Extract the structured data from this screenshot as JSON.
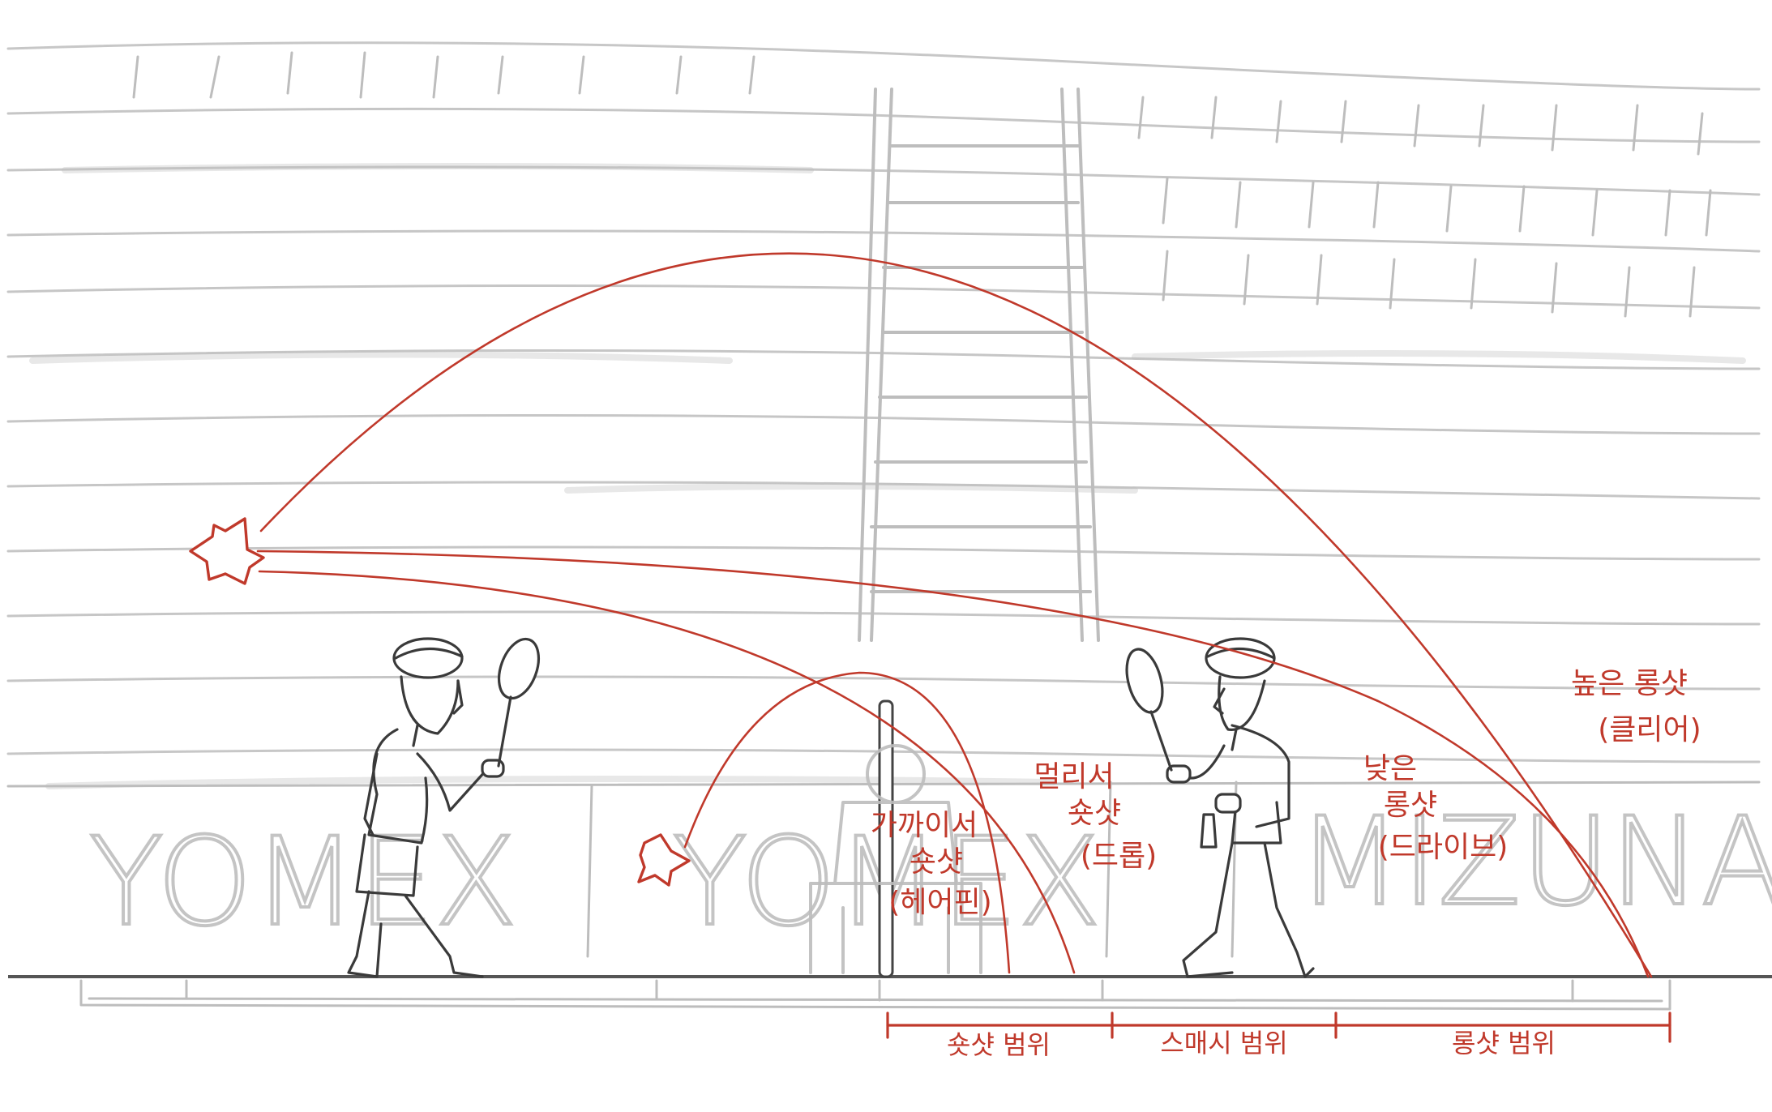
{
  "colors": {
    "trajectory": "#c0392b",
    "sketch_gray": "#bdbdbd",
    "figure_dark": "#3a3a3a"
  },
  "banners": {
    "left": "YOMEX",
    "center": "YOMEX",
    "right": "MIZUNA"
  },
  "shots": {
    "high_long": {
      "line1": "높은 롱샷",
      "line2": "(클리어)"
    },
    "low_long": {
      "line1": "낮은",
      "line2": "롱샷",
      "line3": "(드라이브)"
    },
    "far_short": {
      "line1": "멀리서",
      "line2": "숏샷",
      "line3": "(드롭)"
    },
    "near_short": {
      "line1": "가까이서",
      "line2": "숏샷",
      "line3": "(헤어핀)"
    }
  },
  "ranges": [
    {
      "label": "숏샷 범위"
    },
    {
      "label": "스매시 범위"
    },
    {
      "label": "롱샷 범위"
    }
  ],
  "icons": [
    "shuttle-hit-burst-icon",
    "player-figure",
    "racket-icon",
    "net-post"
  ]
}
